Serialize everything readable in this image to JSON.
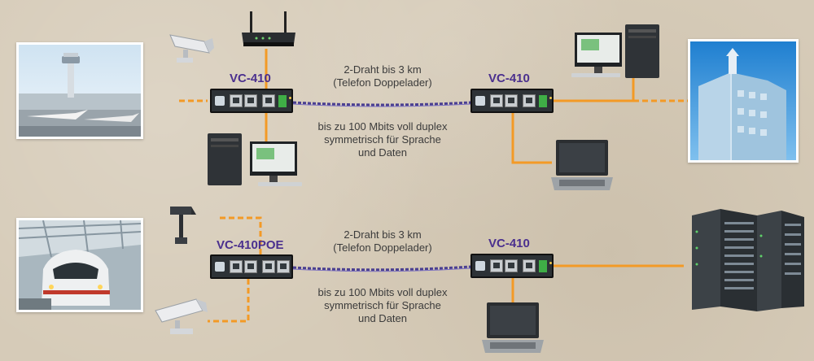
{
  "colors": {
    "background": "#d6cbb8",
    "device_label": "#4a2f8e",
    "ethernet_cable": "#f39a26",
    "two_wire_cable": "#4a3f90",
    "device_body": "#2d3236",
    "terminal_green": "#3fae46"
  },
  "top_row": {
    "left_device": {
      "label": "VC-410"
    },
    "right_device": {
      "label": "VC-410"
    },
    "wire_text": {
      "line1": "2-Draht bis 3 km",
      "line2": "(Telefon Doppelader)"
    },
    "speed_text": {
      "line1": "bis zu 100 Mbits voll duplex",
      "line2": "symmetrisch für Sprache",
      "line3": "und Daten"
    },
    "photos": [
      "airport-tower-photo",
      "office-building-photo"
    ],
    "icons": [
      "security-camera-icon",
      "wifi-router-icon",
      "desktop-pc-icon",
      "desktop-pc-icon",
      "laptop-icon"
    ]
  },
  "bottom_row": {
    "left_device": {
      "label": "VC-410POE"
    },
    "right_device": {
      "label": "VC-410"
    },
    "wire_text": {
      "line1": "2-Draht bis 3 km",
      "line2": "(Telefon Doppelader)"
    },
    "speed_text": {
      "line1": "bis zu 100 Mbits voll duplex",
      "line2": "symmetrisch für Sprache",
      "line3": "und Daten"
    },
    "photos": [
      "high-speed-train-photo"
    ],
    "icons": [
      "dome-camera-icon",
      "security-camera-icon",
      "laptop-icon",
      "server-rack-icon"
    ]
  }
}
